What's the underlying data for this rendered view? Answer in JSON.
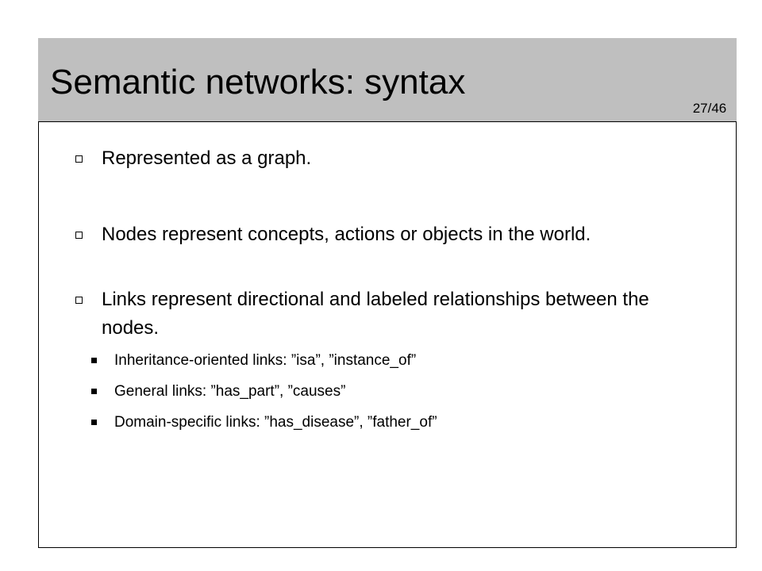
{
  "slide": {
    "title": "Semantic networks: syntax",
    "page_number": "27/46"
  },
  "bullets": [
    {
      "text": "Represented as a graph."
    },
    {
      "text": "Nodes represent concepts, actions or objects in the world."
    },
    {
      "text": "Links represent directional and labeled relationships between the nodes."
    }
  ],
  "sub_bullets": [
    {
      "text": "Inheritance-oriented links: ”isa”, ”instance_of”"
    },
    {
      "text": "General links: ”has_part”, ”causes”"
    },
    {
      "text": "Domain-specific links: ”has_disease”, ”father_of”"
    }
  ],
  "icons": {
    "level1_bullet": "checkbox-square-icon",
    "level2_bullet": "filled-square-icon"
  },
  "colors": {
    "title_band": "#bfbfbf",
    "border": "#000000",
    "text": "#000000"
  }
}
